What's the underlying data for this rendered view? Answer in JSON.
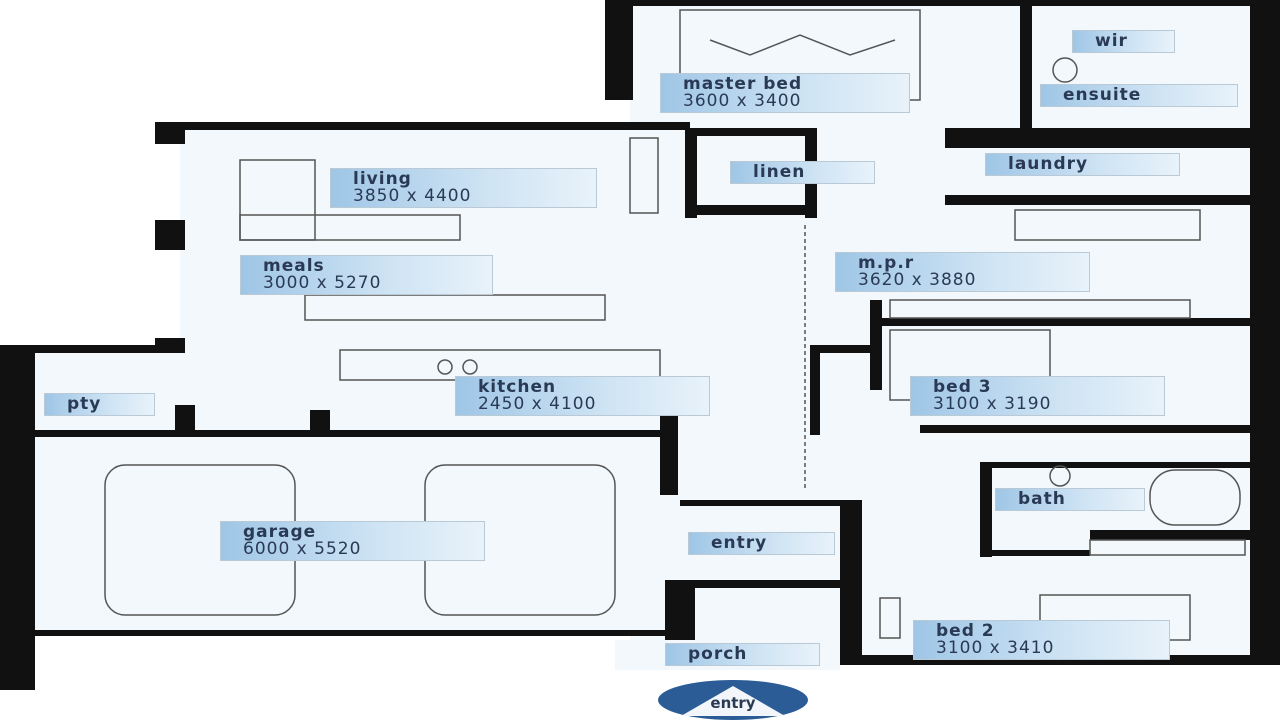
{
  "rooms": {
    "master_bed": {
      "name": "master bed",
      "size": "3600 x 3400"
    },
    "wir": {
      "name": "wir"
    },
    "ensuite": {
      "name": "ensuite"
    },
    "linen": {
      "name": "linen"
    },
    "laundry": {
      "name": "laundry"
    },
    "living": {
      "name": "living",
      "size": "3850 x 4400"
    },
    "meals": {
      "name": "meals",
      "size": "3000 x 5270"
    },
    "mpr": {
      "name": "m.p.r",
      "size": "3620 x 3880"
    },
    "kitchen": {
      "name": "kitchen",
      "size": "2450 x 4100"
    },
    "bed3": {
      "name": "bed 3",
      "size": "3100 x 3190"
    },
    "pty": {
      "name": "pty"
    },
    "bath": {
      "name": "bath"
    },
    "garage": {
      "name": "garage",
      "size": "6000 x 5520"
    },
    "entry": {
      "name": "entry"
    },
    "bed2": {
      "name": "bed 2",
      "size": "3100 x 3410"
    },
    "porch": {
      "name": "porch"
    }
  },
  "entry_badge": "entry",
  "colors": {
    "wall": "#111111",
    "label": "#9fc6e6",
    "badge": "#2b5c96"
  }
}
